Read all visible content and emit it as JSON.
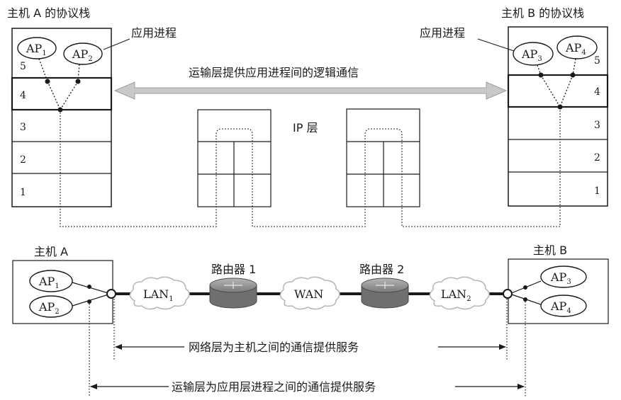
{
  "stack_a": {
    "title": "主机 A 的协议栈",
    "layers": [
      "5",
      "4",
      "3",
      "2",
      "1"
    ],
    "apps": [
      "AP",
      "AP"
    ],
    "app_subs": [
      "1",
      "2"
    ]
  },
  "stack_b": {
    "title": "主机 B 的协议栈",
    "layers": [
      "5",
      "4",
      "3",
      "2",
      "1"
    ],
    "apps": [
      "AP",
      "AP"
    ],
    "app_subs": [
      "3",
      "4"
    ]
  },
  "app_process_label_left": "应用进程",
  "app_process_label_right": "应用进程",
  "transport_logical_label": "运输层提供应用进程间的逻辑通信",
  "ip_layer_label": "IP 层",
  "host_a": {
    "label": "主机 A",
    "apps": [
      "AP",
      "AP"
    ],
    "app_subs": [
      "1",
      "2"
    ]
  },
  "host_b": {
    "label": "主机 B",
    "apps": [
      "AP",
      "AP"
    ],
    "app_subs": [
      "3",
      "4"
    ]
  },
  "router1_label": "路由器 1",
  "router2_label": "路由器 2",
  "clouds": {
    "lan1": "LAN",
    "lan1_sub": "1",
    "wan": "WAN",
    "lan2": "LAN",
    "lan2_sub": "2"
  },
  "network_service_label": "网络层为主机之间的通信提供服务",
  "transport_service_label": "运输层为应用层进程之间的通信提供服务",
  "colors": {
    "arrow": "#c8c8c8",
    "router_top": "#9a9a9a",
    "router_side": "#6a6a6a",
    "line": "#1a1a1a"
  }
}
